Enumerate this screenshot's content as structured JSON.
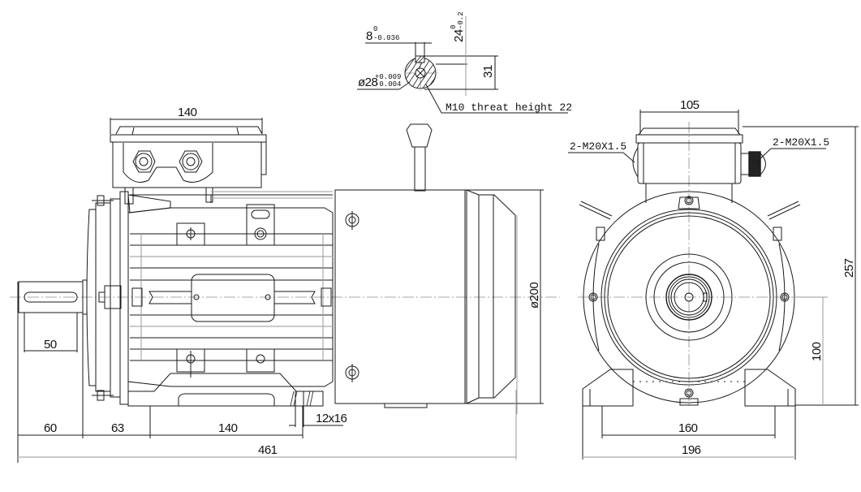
{
  "drawing": {
    "title": "Three-phase motor with brake - dimensional drawing",
    "views": [
      "side-view",
      "end-view",
      "shaft-section"
    ]
  },
  "shaft_section": {
    "key_width": "8",
    "key_width_upper_tol": "0",
    "key_width_lower_tol": "-0.036",
    "key_depth": "24",
    "key_depth_upper_tol": "0",
    "key_depth_lower_tol": "-0.2",
    "shaft_diameter": "ø28",
    "shaft_diameter_upper_tol": "+0.009",
    "shaft_diameter_lower_tol": "-0.004",
    "shaft_height": "31",
    "thread_note": "M10 threat height 22"
  },
  "side_view": {
    "terminal_box_width": "140",
    "shaft_length": "50",
    "shaft_extension": "60",
    "flange_to_foot": "63",
    "foot_spacing": "140",
    "foot_hole": "12x16",
    "overall_length": "461",
    "brake_diameter": "ø200"
  },
  "end_view": {
    "terminal_box_width": "105",
    "cable_gland_left": "2-M20X1.5",
    "cable_gland_right": "2-M20X1.5",
    "overall_height": "257",
    "shaft_center_height": "100",
    "foot_hole_spacing": "160",
    "overall_width": "196"
  }
}
